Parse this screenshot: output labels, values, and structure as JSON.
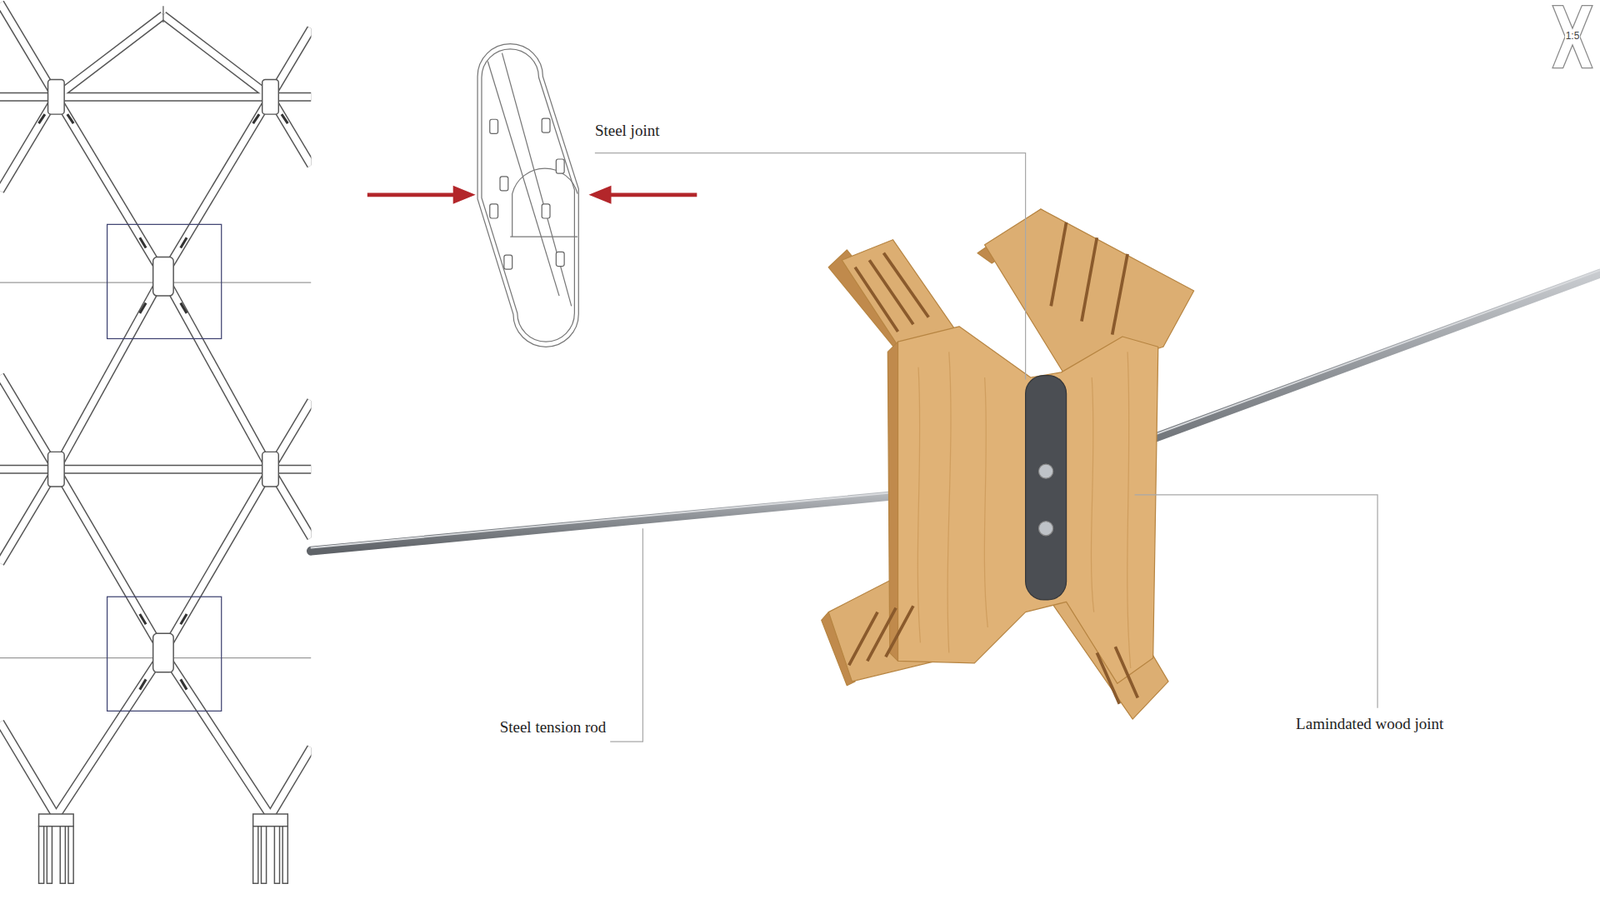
{
  "diagram": {
    "nodes": [
      {
        "text": [
          "1:5"
        ]
      }
    ],
    "labels": [
      "Steel joint",
      "Steel tension rod",
      "Lamindated wood joint"
    ]
  }
}
